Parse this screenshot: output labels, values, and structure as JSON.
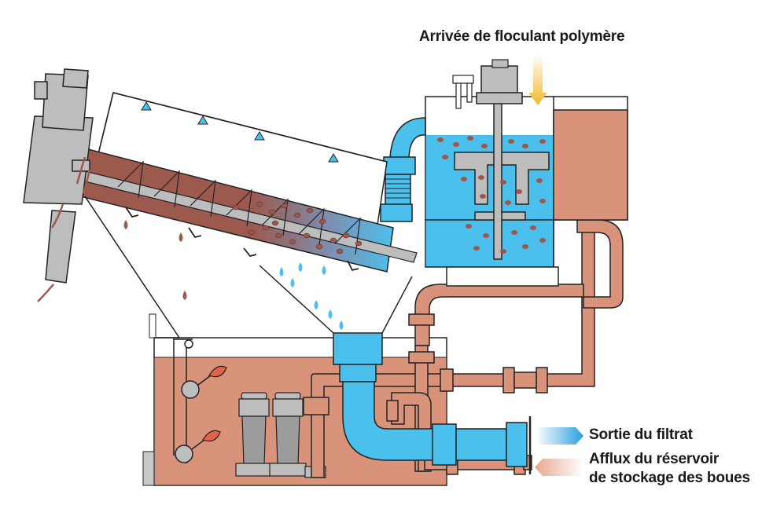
{
  "labels": {
    "flocculant_inlet": "Arrivée de floculant polymère",
    "filtrate_outlet": "Sortie du filtrat",
    "sludge_inflow_line1": "Afflux du réservoir",
    "sludge_inflow_line2": "de stockage des boues"
  },
  "colors": {
    "sludge": "#d8937a",
    "sludge_dark": "#9c5a4e",
    "sludge_dots": "#a05548",
    "water": "#4cc0ec",
    "metal": "#bdbdbd",
    "metal_dark": "#8c8c8c",
    "outline": "#222222",
    "polymer_arrow": "#f2b826",
    "red_float": "#e2624a"
  }
}
